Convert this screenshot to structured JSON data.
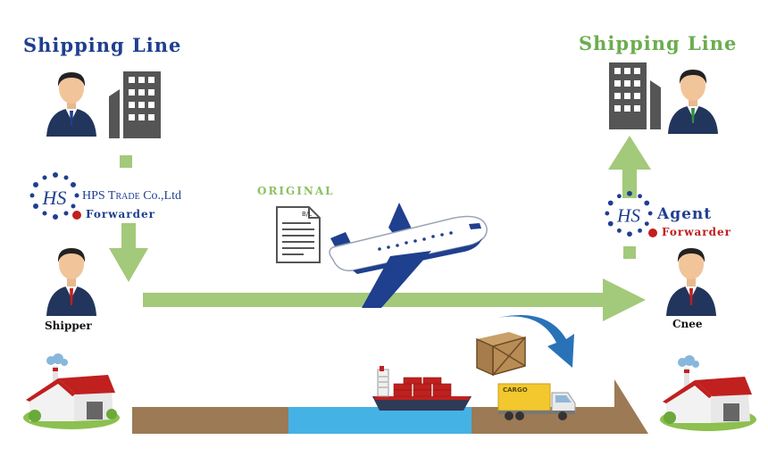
{
  "left": {
    "title": "Shipping Line",
    "company": "HPS TRADE Co.,Ltd",
    "company_parts": [
      "HPS T",
      "RADE",
      " Co.,Ltd"
    ],
    "forwarder": "Forwarder",
    "person": "Shipper"
  },
  "right": {
    "title": "Shipping Line",
    "agent": "Agent",
    "forwarder": "Forwarder",
    "person": "Cnee"
  },
  "document": {
    "label": "ORIGINAL",
    "doc_code": "B/L"
  },
  "truck": {
    "label": "CARGO"
  },
  "colors": {
    "title_blue": "#1f3f8f",
    "title_green": "#6cad4f",
    "arrow_green": "#a3c97a",
    "forwarder_red": "#c0201e",
    "road_brown": "#9c7a55",
    "water_blue": "#45b2e6"
  }
}
